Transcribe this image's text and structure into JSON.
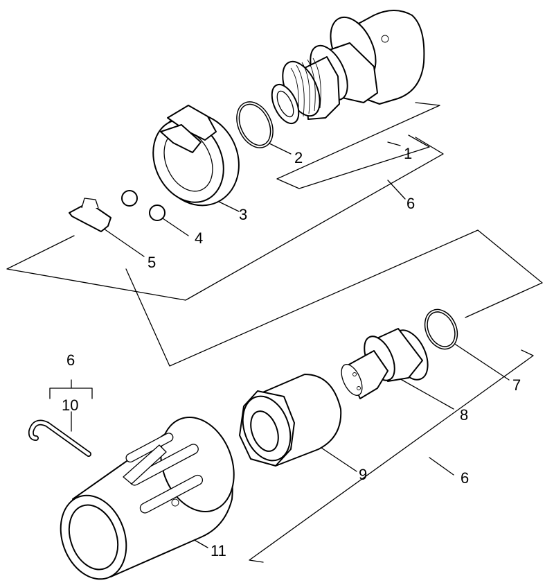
{
  "labels": {
    "part_1": "1",
    "part_2": "2",
    "part_3": "3",
    "part_4": "4",
    "part_5": "5",
    "part_6_a": "6",
    "part_6_b": "6",
    "part_6_c": "6",
    "part_7": "7",
    "part_8": "8",
    "part_9": "9",
    "part_10": "10",
    "part_11": "11"
  }
}
